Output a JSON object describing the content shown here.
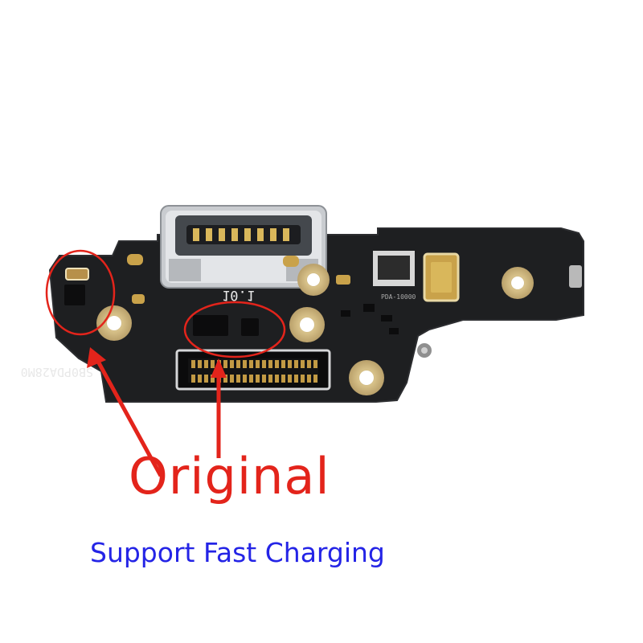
{
  "board": {
    "silk_code": "SB0PDA28M0",
    "silk_rev": "10.1",
    "label_tag": "PDA-10000"
  },
  "overlay": {
    "headline": "Original",
    "caption": "Support Fast Charging"
  },
  "colors": {
    "pcb": "#1e1f21",
    "gold": "#c9a24a",
    "annotation_red": "#e3241b",
    "caption_blue": "#2424e6"
  }
}
